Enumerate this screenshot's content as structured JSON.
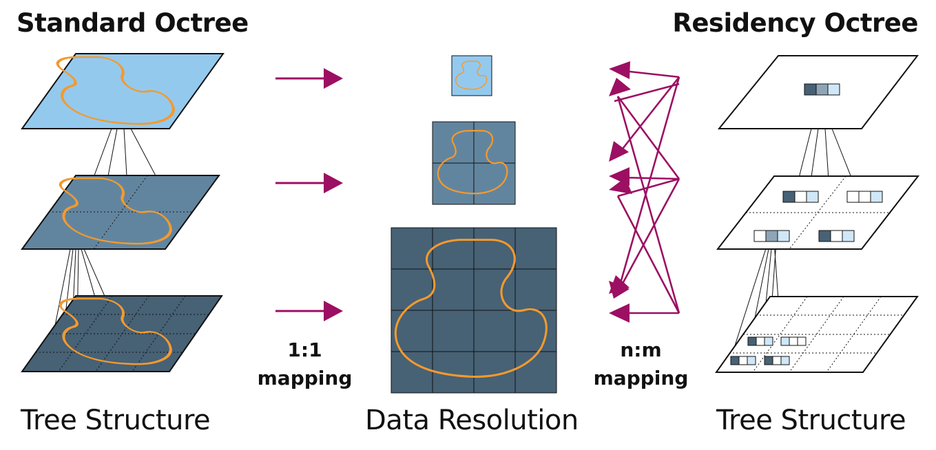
{
  "left_title": "Standard Octree",
  "right_title": "Residency Octree",
  "left_caption": "Tree Structure",
  "center_caption": "Data Resolution",
  "right_caption": "Tree Structure",
  "one_to_one": {
    "line1": "1:1",
    "line2": "mapping"
  },
  "n_to_m": {
    "line1": "n:m",
    "line2": "mapping"
  },
  "colors": {
    "level0": "#94c9ee",
    "level1": "#62859f",
    "level2": "#476175",
    "curve": "#f39a2e",
    "arrow": "#9c0f62",
    "cell_dark": "#476175",
    "cell_mid": "#8ea5b7",
    "cell_light": "#cfe7f7",
    "cell_white": "#ffffff"
  }
}
